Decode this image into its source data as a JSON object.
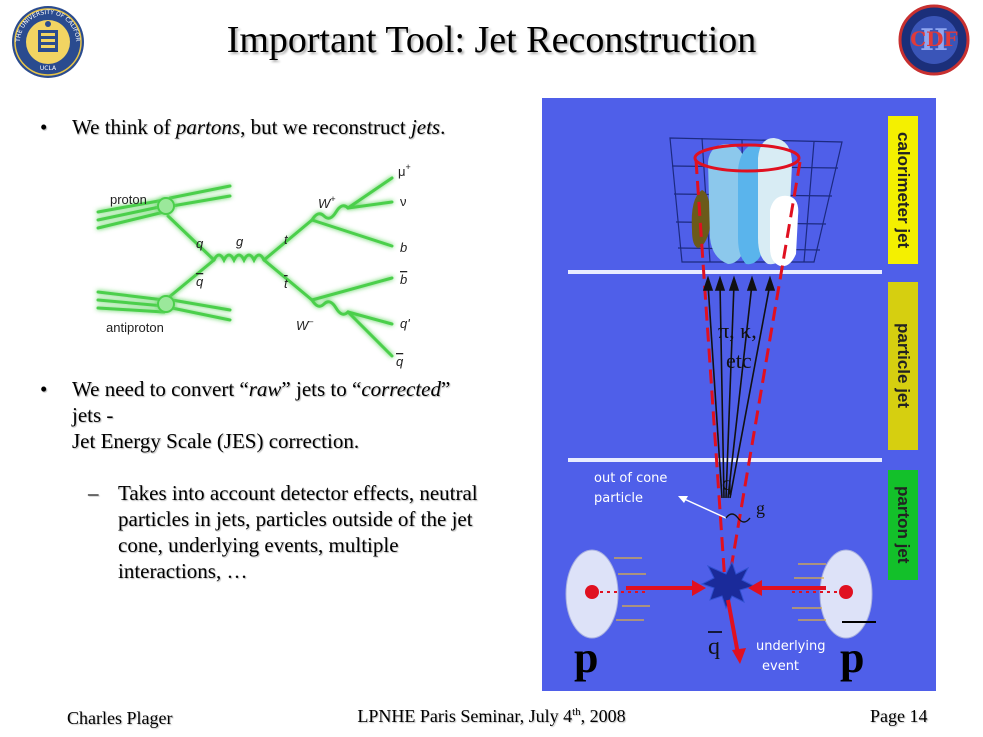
{
  "slide": {
    "title": "Important Tool: Jet Reconstruction"
  },
  "bullets": {
    "b1": {
      "bullet": "•",
      "pre": "We think of ",
      "em1": "partons",
      "mid": ", but we reconstruct ",
      "em2": "jets",
      "post": "."
    },
    "b2": {
      "bullet": "•",
      "pre": "We need to convert “",
      "em1": "raw",
      "mid": "” jets to “",
      "em2": "corrected",
      "post1": "” jets -",
      "line2": "Jet Energy Scale (JES) correction."
    },
    "sub": {
      "dash": "–",
      "text": "Takes into account detector effects, neutral particles in jets, particles outside of the jet cone, underlying events, multiple interactions, …"
    }
  },
  "feynman": {
    "proton": "proton",
    "antiproton": "antiproton",
    "q": "q",
    "qbar": "q",
    "g": "g",
    "t": "t",
    "tbar": "t",
    "wplus": "W",
    "wplus_sup": "+",
    "wminus": "W",
    "wminus_sup": "–",
    "mu": "μ",
    "mu_sup": "+",
    "nu": "ν",
    "b": "b",
    "bbar": "b",
    "qprime": "q'",
    "qbar2": "q"
  },
  "figure": {
    "calorimeter_jet": "calorimeter jet",
    "particle_jet": "particle jet",
    "parton_jet": "parton jet",
    "pi_k": "π, κ,",
    "etc": "etc",
    "out_of_cone_1": "out of cone",
    "out_of_cone_2": "particle",
    "q": "q",
    "g": "g",
    "qbar": "q",
    "p": "p",
    "pbar": "p",
    "underlying_1": "underlying",
    "underlying_2": "event"
  },
  "footer": {
    "author": "Charles Plager",
    "venue_pre": "LPNHE Paris Seminar, July 4",
    "venue_sup": "th",
    "venue_post": ", 2008",
    "page": "Page 14"
  },
  "logos": {
    "ucla_text": "THE UNIVERSITY OF CALIFORNIA",
    "ucla_sub": "UCLA",
    "cdf": "CDF",
    "cdf_roman": "II"
  },
  "colors": {
    "figure_bg": "#4f5fe9",
    "label_yellow": "#f4f000",
    "label_olive": "#d6cf10",
    "label_green": "#13c02a",
    "red": "#e01020"
  }
}
